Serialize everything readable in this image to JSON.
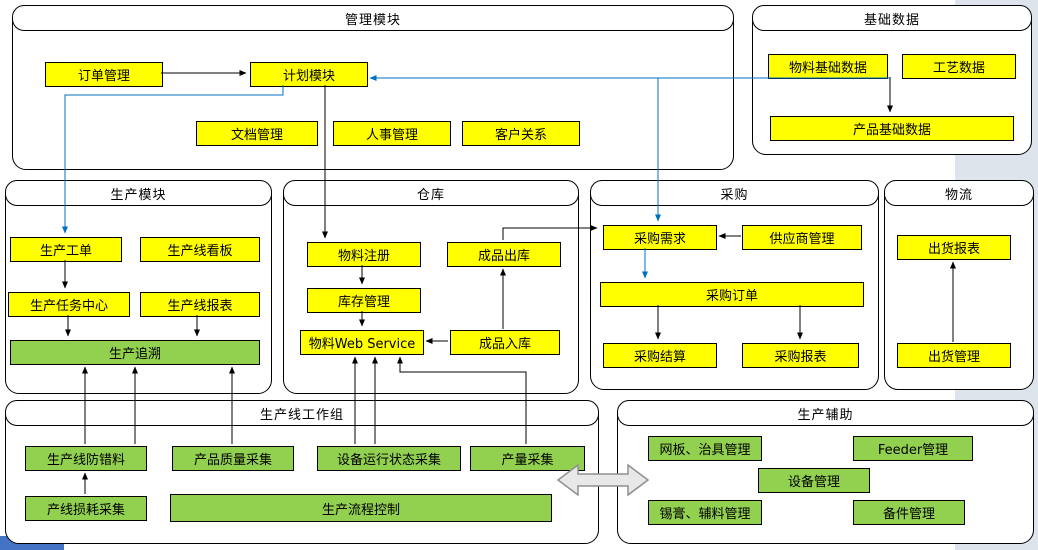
{
  "colors": {
    "module_box": "#ffff00",
    "function_box": "#92d050",
    "connector_black": "#000000",
    "connector_blue": "#0070c0",
    "side_band": "#dde4ec",
    "corner_strip": "#4472c4"
  },
  "containers": {
    "management": {
      "title": "管理模块",
      "nodes": {
        "order": "订单管理",
        "plan": "计划模块",
        "doc": "文档管理",
        "hr": "人事管理",
        "crm": "客户关系"
      }
    },
    "basic_data": {
      "title": "基础数据",
      "nodes": {
        "material_base": "物料基础数据",
        "process": "工艺数据",
        "product_base": "产品基础数据"
      }
    },
    "production": {
      "title": "生产模块",
      "nodes": {
        "work_order": "生产工单",
        "kanban": "生产线看板",
        "task_center": "生产任务中心",
        "line_report": "生产线报表",
        "trace": "生产追溯"
      }
    },
    "warehouse": {
      "title": "仓库",
      "nodes": {
        "material_reg": "物料注册",
        "fg_out": "成品出库",
        "inventory": "库存管理",
        "material_ws": "物料Web Service",
        "fg_in": "成品入库"
      }
    },
    "purchase": {
      "title": "采购",
      "nodes": {
        "demand": "采购需求",
        "supplier": "供应商管理",
        "order": "采购订单",
        "settle": "采购结算",
        "report": "采购报表"
      }
    },
    "logistics": {
      "title": "物流",
      "nodes": {
        "ship_report": "出货报表",
        "ship_mgmt": "出货管理"
      }
    },
    "line_group": {
      "title": "生产线工作组",
      "nodes": {
        "err_proof": "生产线防错料",
        "quality": "产品质量采集",
        "equip_status": "设备运行状态采集",
        "output": "产量采集",
        "loss": "产线损耗采集",
        "flow_ctrl": "生产流程控制"
      }
    },
    "auxiliary": {
      "title": "生产辅助",
      "nodes": {
        "stencil": "网板、治具管理",
        "feeder": "Feeder管理",
        "equipment": "设备管理",
        "solder": "锡膏、辅料管理",
        "spare": "备件管理"
      }
    }
  }
}
